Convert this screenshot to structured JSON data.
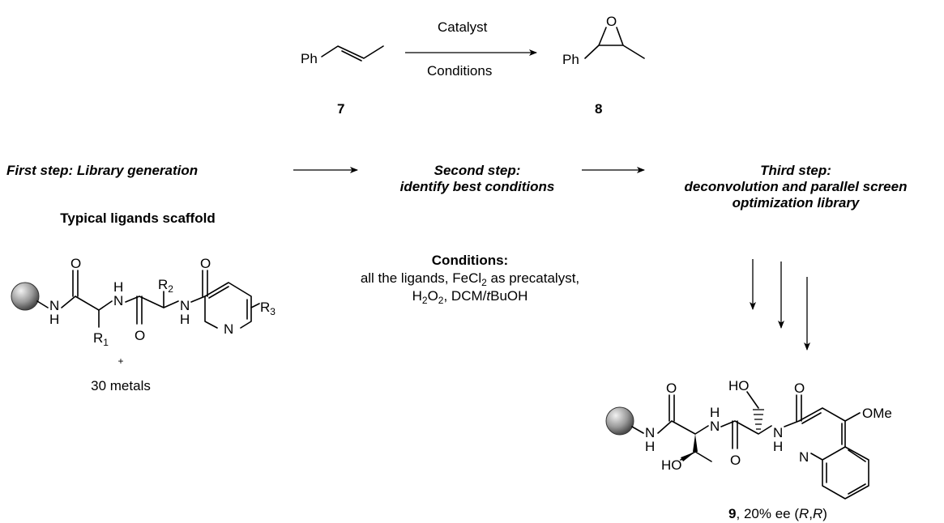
{
  "reaction": {
    "reactant_ph": "Ph",
    "product_ph": "Ph",
    "product_o": "O",
    "catalyst": "Catalyst",
    "conditions": "Conditions",
    "reactant_id": "7",
    "product_id": "8"
  },
  "steps": {
    "first": "First step: Library generation",
    "second_line1": "Second step:",
    "second_line2": "identify best conditions",
    "third_line1": "Third step:",
    "third_line2": "deconvolution and parallel screen",
    "third_line3": "optimization library"
  },
  "scaffold": {
    "title": "Typical ligands scaffold",
    "o1": "O",
    "o2": "O",
    "o3": "O",
    "n1": "N",
    "h1": "H",
    "n2": "N",
    "h2": "H",
    "n3": "N",
    "h3": "H",
    "n_pyr": "N",
    "r1": "R",
    "r1_sub": "1",
    "r2": "R",
    "r2_sub": "2",
    "r3": "R",
    "r3_sub": "3",
    "plus": "+",
    "metals": "30 metals"
  },
  "conditions": {
    "title": "Conditions:",
    "line1": "all the ligands, FeCl",
    "line1_sub": "2",
    "line1_rest": " as precatalyst,",
    "line2_a": "H",
    "line2_sub1": "2",
    "line2_b": "O",
    "line2_sub2": "2",
    "line2_c": ", DCM/",
    "line2_t": "t",
    "line2_d": "BuOH"
  },
  "optimized": {
    "o1": "O",
    "o2": "O",
    "o3": "O",
    "n1": "N",
    "h1": "H",
    "n2": "N",
    "h2": "H",
    "n3": "N",
    "h3": "H",
    "n_quin": "N",
    "ho_top": "HO",
    "ho_bottom": "HO",
    "ome": "OMe",
    "caption_id": "9",
    "caption_rest": ", 20% ee (",
    "caption_r1": "R",
    "caption_comma": ",",
    "caption_r2": "R",
    "caption_close": ")"
  }
}
